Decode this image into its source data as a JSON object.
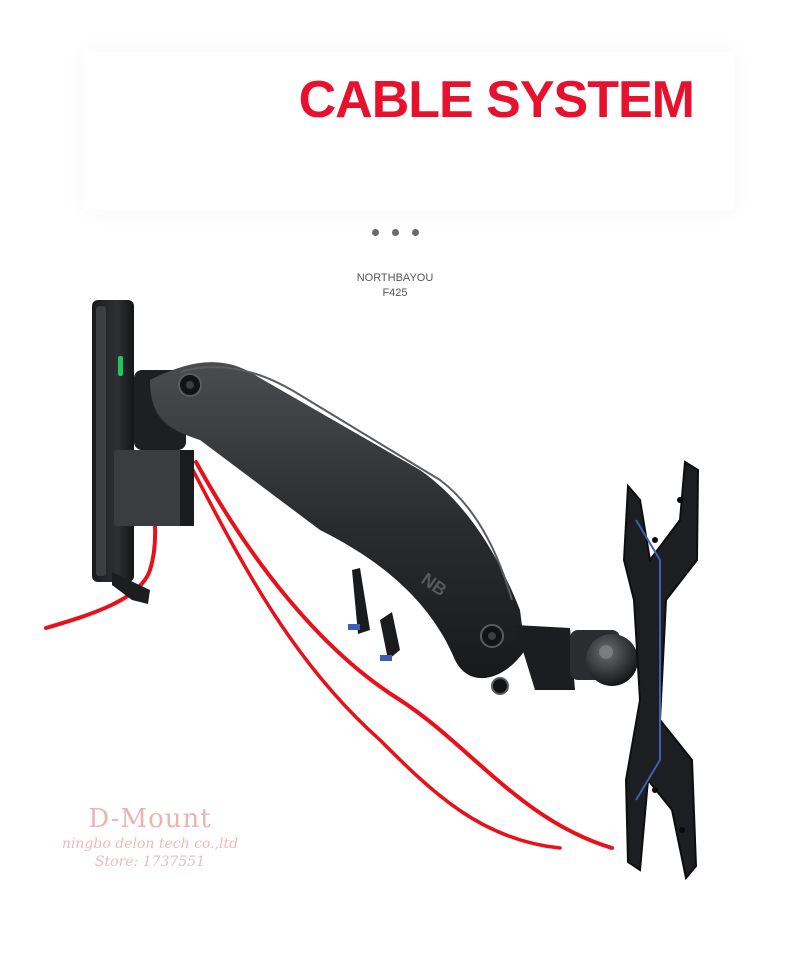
{
  "header": {
    "title": "CABLE SYSTEM"
  },
  "product": {
    "brand": "NORTHBAYOU",
    "model": "F425",
    "arm_logo": "NB"
  },
  "watermark": {
    "name": "D-Mount",
    "company": "ningbo delon tech co.,ltd",
    "store": "Store: 1737551"
  },
  "colors": {
    "accent": "#e8112d",
    "cable": "#e8101a",
    "mount": "#2b2d30",
    "indicator": "#1ec95a",
    "watermark": "#f0b9b9"
  }
}
